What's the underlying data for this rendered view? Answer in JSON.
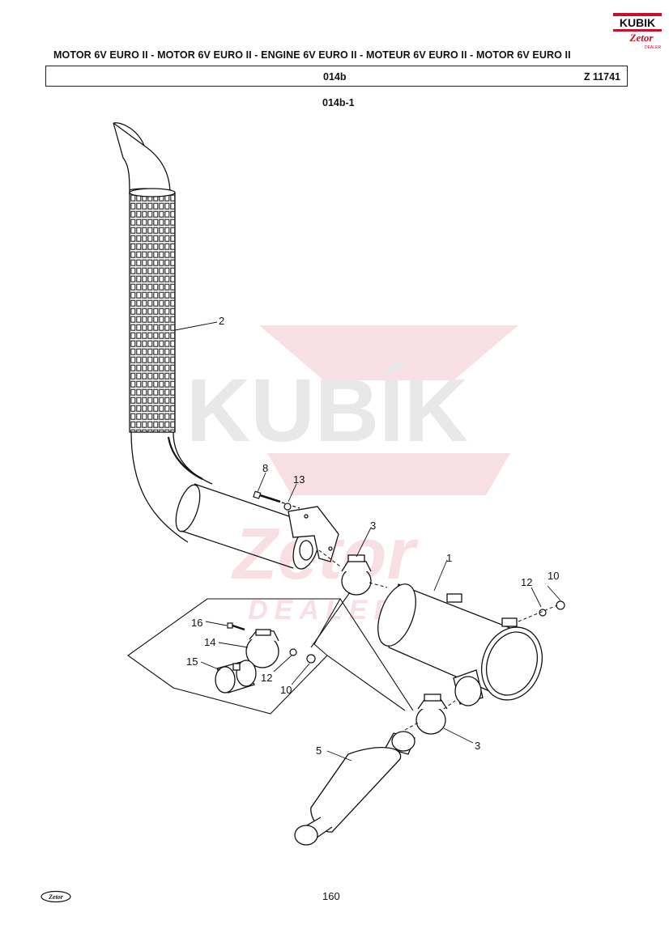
{
  "header": {
    "title": "MOTOR 6V EURO II - MOTOR 6V EURO II - ENGINE 6V EURO II - MOTEUR 6V EURO II - MOTOR 6V EURO II",
    "section_code": "014b",
    "drawing_number": "Z 11741",
    "sub_code": "014b-1"
  },
  "brand": {
    "top_logo_text": "KUBIK",
    "top_logo_sub": "Zetor",
    "top_logo_tag": "DEALER",
    "watermark_main": "KUBÍK",
    "watermark_sub": "Zetor",
    "watermark_tag": "DEALER",
    "footer_logo_text": "Zetor",
    "accent_color": "#c8102e"
  },
  "callouts": {
    "c1": "1",
    "c2": "2",
    "c3a": "3",
    "c3b": "3",
    "c5": "5",
    "c8": "8",
    "c10a": "10",
    "c10b": "10",
    "c12a": "12",
    "c12b": "12",
    "c13": "13",
    "c14": "14",
    "c15": "15",
    "c16": "16"
  },
  "footer": {
    "page_number": "160"
  }
}
